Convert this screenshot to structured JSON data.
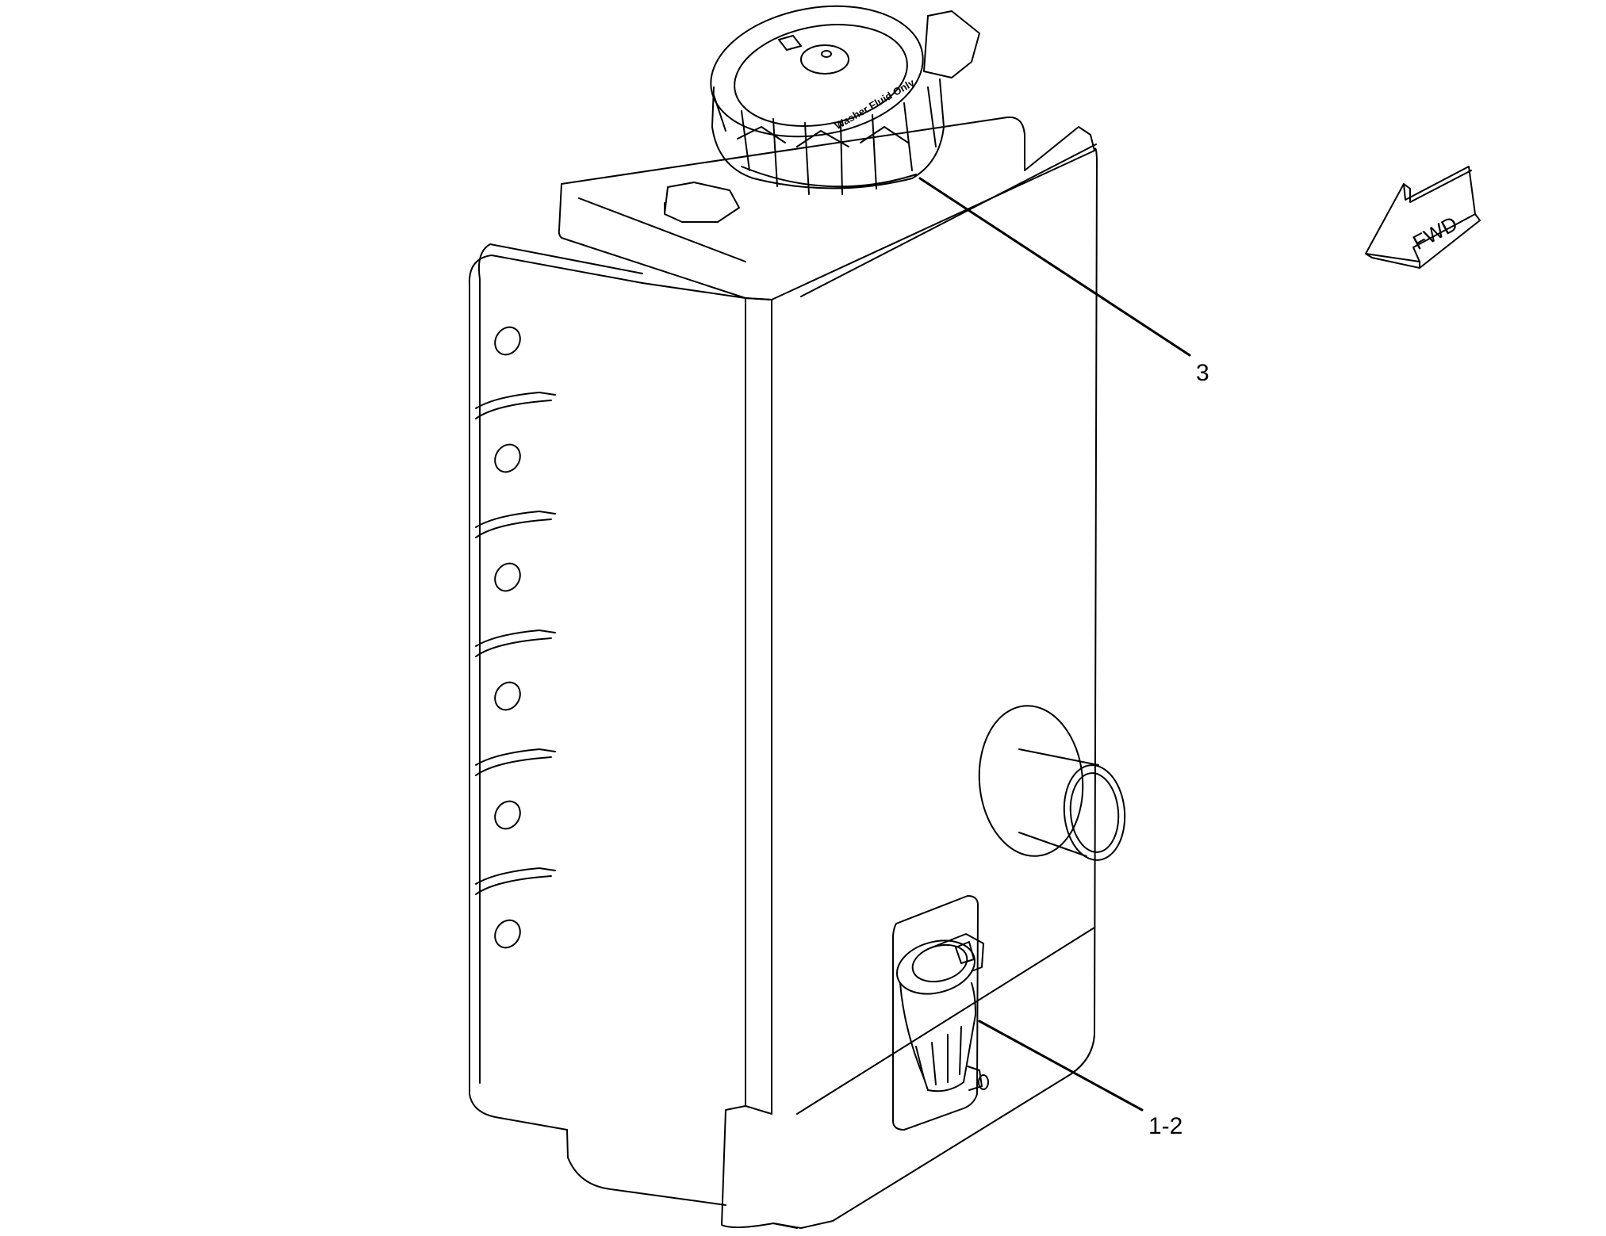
{
  "diagram": {
    "callouts": [
      {
        "label": "3",
        "target": "filler-cap"
      },
      {
        "label": "1-2",
        "target": "washer-pump"
      }
    ],
    "cap_text": "Washer Fluid Only",
    "orientation_arrow": {
      "label": "FWD"
    },
    "colors": {
      "line": "#000000",
      "background": "#ffffff"
    }
  }
}
